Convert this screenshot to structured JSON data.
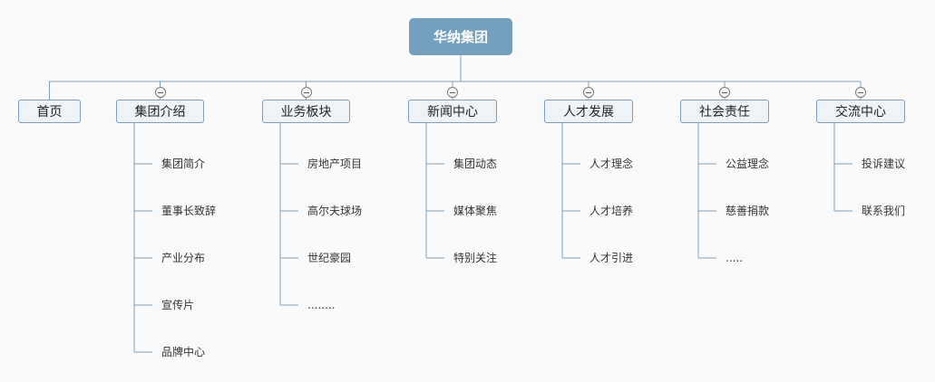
{
  "root": {
    "label": "华纳集团"
  },
  "categories": [
    {
      "label": "首页",
      "children": []
    },
    {
      "label": "集团介绍",
      "children": [
        "集团简介",
        "董事长致辞",
        "产业分布",
        "宣传片",
        "品牌中心"
      ]
    },
    {
      "label": "业务板块",
      "children": [
        "房地产项目",
        "高尔夫球场",
        "世纪豪园",
        "........"
      ]
    },
    {
      "label": "新闻中心",
      "children": [
        "集团动态",
        "媒体聚焦",
        "特别关注"
      ]
    },
    {
      "label": "人才发展",
      "children": [
        "人才理念",
        "人才培养",
        "人才引进"
      ]
    },
    {
      "label": "社会责任",
      "children": [
        "公益理念",
        "慈善捐款",
        "....."
      ]
    },
    {
      "label": "交流中心",
      "children": [
        "投诉建议",
        "联系我们"
      ]
    }
  ],
  "colors": {
    "root_fill": "#73a0be",
    "node_fill": "#eef3f7",
    "node_border": "#7d9db8",
    "line": "#7d9db8"
  }
}
